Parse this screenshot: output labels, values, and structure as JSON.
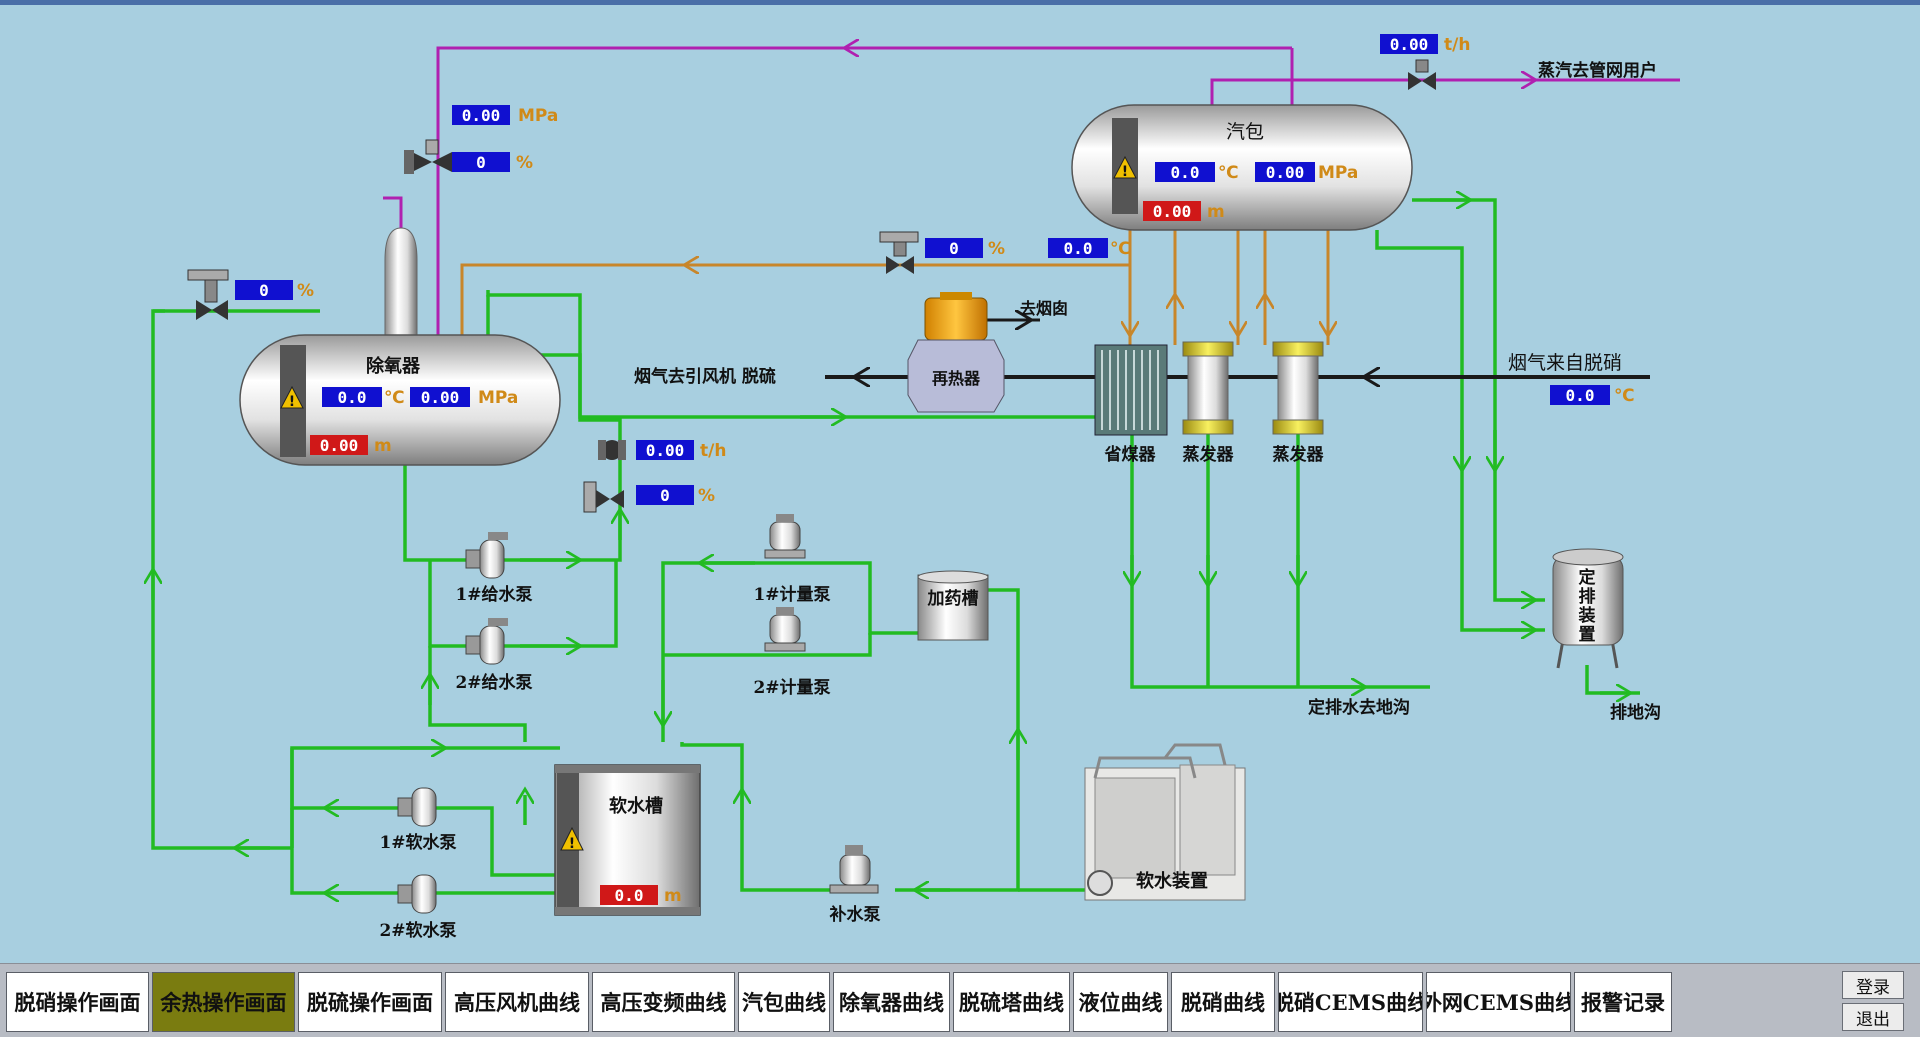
{
  "nav": {
    "buttons": [
      "脱硝操作画面",
      "余热操作画面",
      "脱硫操作画面",
      "高压风机曲线",
      "高压变频曲线",
      "汽包曲线",
      "除氧器曲线",
      "脱硫塔曲线",
      "液位曲线",
      "脱硝曲线",
      "脱硝CEMS曲线",
      "外网CEMS曲线",
      "报警记录"
    ],
    "active_index": 1,
    "login": "登录",
    "logout": "退出"
  },
  "labels": {
    "deaerator": "除氧器",
    "drum": "汽包",
    "steam_out": "蒸汽去管网用户",
    "flue_gas_in": "烟气来自脱硝",
    "flue_gas_out": "烟气去引风机 脱硫",
    "to_chimney": "去烟囱",
    "reheater": "再热器",
    "economizer": "省煤器",
    "evaporator1": "蒸发器",
    "evaporator2": "蒸发器",
    "feed_pump1": "1#给水泵",
    "feed_pump2": "2#给水泵",
    "dosing_pump1": "1#计量泵",
    "dosing_pump2": "2#计量泵",
    "dosing_tank": "加药槽",
    "blowdown_tank": "定排装置",
    "blowdown_to_trench": "定排水去地沟",
    "drain_trench": "排地沟",
    "soft_tank": "软水槽",
    "soft_pump1": "1#软水泵",
    "soft_pump2": "2#软水泵",
    "makeup_pump": "补水泵",
    "softener": "软水装置"
  },
  "values": {
    "steam_flow": "0.00",
    "deaerator_steam_pressure": "0.00",
    "deaerator_steam_valve": "0",
    "deaerator_inlet_valve": "0",
    "deaerator_temp": "0.0",
    "deaerator_pressure": "0.00",
    "deaerator_level": "0.00",
    "drum_temp": "0.0",
    "drum_pressure": "0.00",
    "drum_level": "0.00",
    "drum_valve": "0",
    "drum_outlet_temp": "0.0",
    "flue_gas_temp": "0.0",
    "feed_flow": "0.00",
    "feed_valve": "0",
    "soft_tank_level": "0.0"
  },
  "units": {
    "flow": "t/h",
    "pressure": "MPa",
    "percent": "%",
    "temp": "℃",
    "level": "m"
  },
  "colors": {
    "water_pipe": "#22bb22",
    "steam_pipe": "#b020b0",
    "hot_pipe": "#c8862a",
    "flue_gas": "#1a1a1a",
    "value_blue": "#1010d0",
    "value_red": "#d01818",
    "unit_orange": "#d08a18",
    "active_nav": "#7a7c10"
  }
}
